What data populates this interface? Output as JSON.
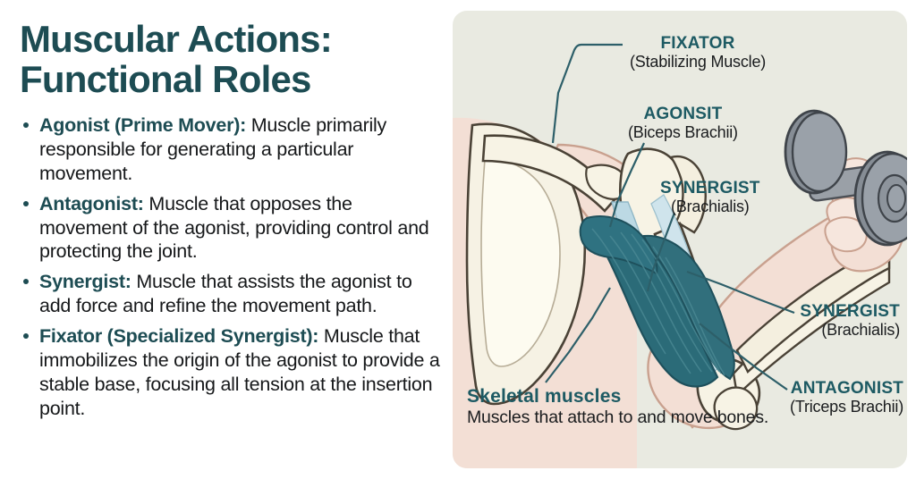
{
  "headline": "Muscular Actions:\nFunctional Roles",
  "bullets": [
    {
      "term": "Agonist (Prime Mover):",
      "definition": " Muscle primarily responsible for generating a particular movement."
    },
    {
      "term": "Antagonist:",
      "definition": " Muscle that opposes the movement of the agonist, providing control and protecting the joint."
    },
    {
      "term": "Synergist:",
      "definition": " Muscle that assists the agonist to add force and refine the movement path."
    },
    {
      "term": "Fixator (Specialized Synergist):",
      "definition": " Muscle that immobilizes the origin of the agonist to provide a stable base, focusing all tension at the insertion point."
    }
  ],
  "diagram": {
    "labels": {
      "fixator": {
        "title": "FIXATOR",
        "subtitle": "(Stabilizing Muscle)"
      },
      "agonist": {
        "title": "AGONSIT",
        "subtitle": "(Biceps Brachii)"
      },
      "synergist_top": {
        "title": "SYNERGIST",
        "subtitle": "(Brachialis)"
      },
      "synergist_right": {
        "title": "SYNERGIST",
        "subtitle": "(Brachialis)"
      },
      "antagonist": {
        "title": "ANTAGONIST",
        "subtitle": "(Triceps Brachii)"
      },
      "skeletal": {
        "title": "Skeletal muscles",
        "subtitle": "Muscles that attach to and move bones."
      }
    },
    "colors": {
      "heading_teal": "#1d4c53",
      "label_teal": "#1d5a63",
      "panel_background": "#e9eae1",
      "muscle_teal": "#2b6b78",
      "bone_cream": "#f4f0e2",
      "skin_pink": "#f3dfd5",
      "dumbbell_grey": "#8e949b",
      "body_text": "#16181a"
    }
  }
}
